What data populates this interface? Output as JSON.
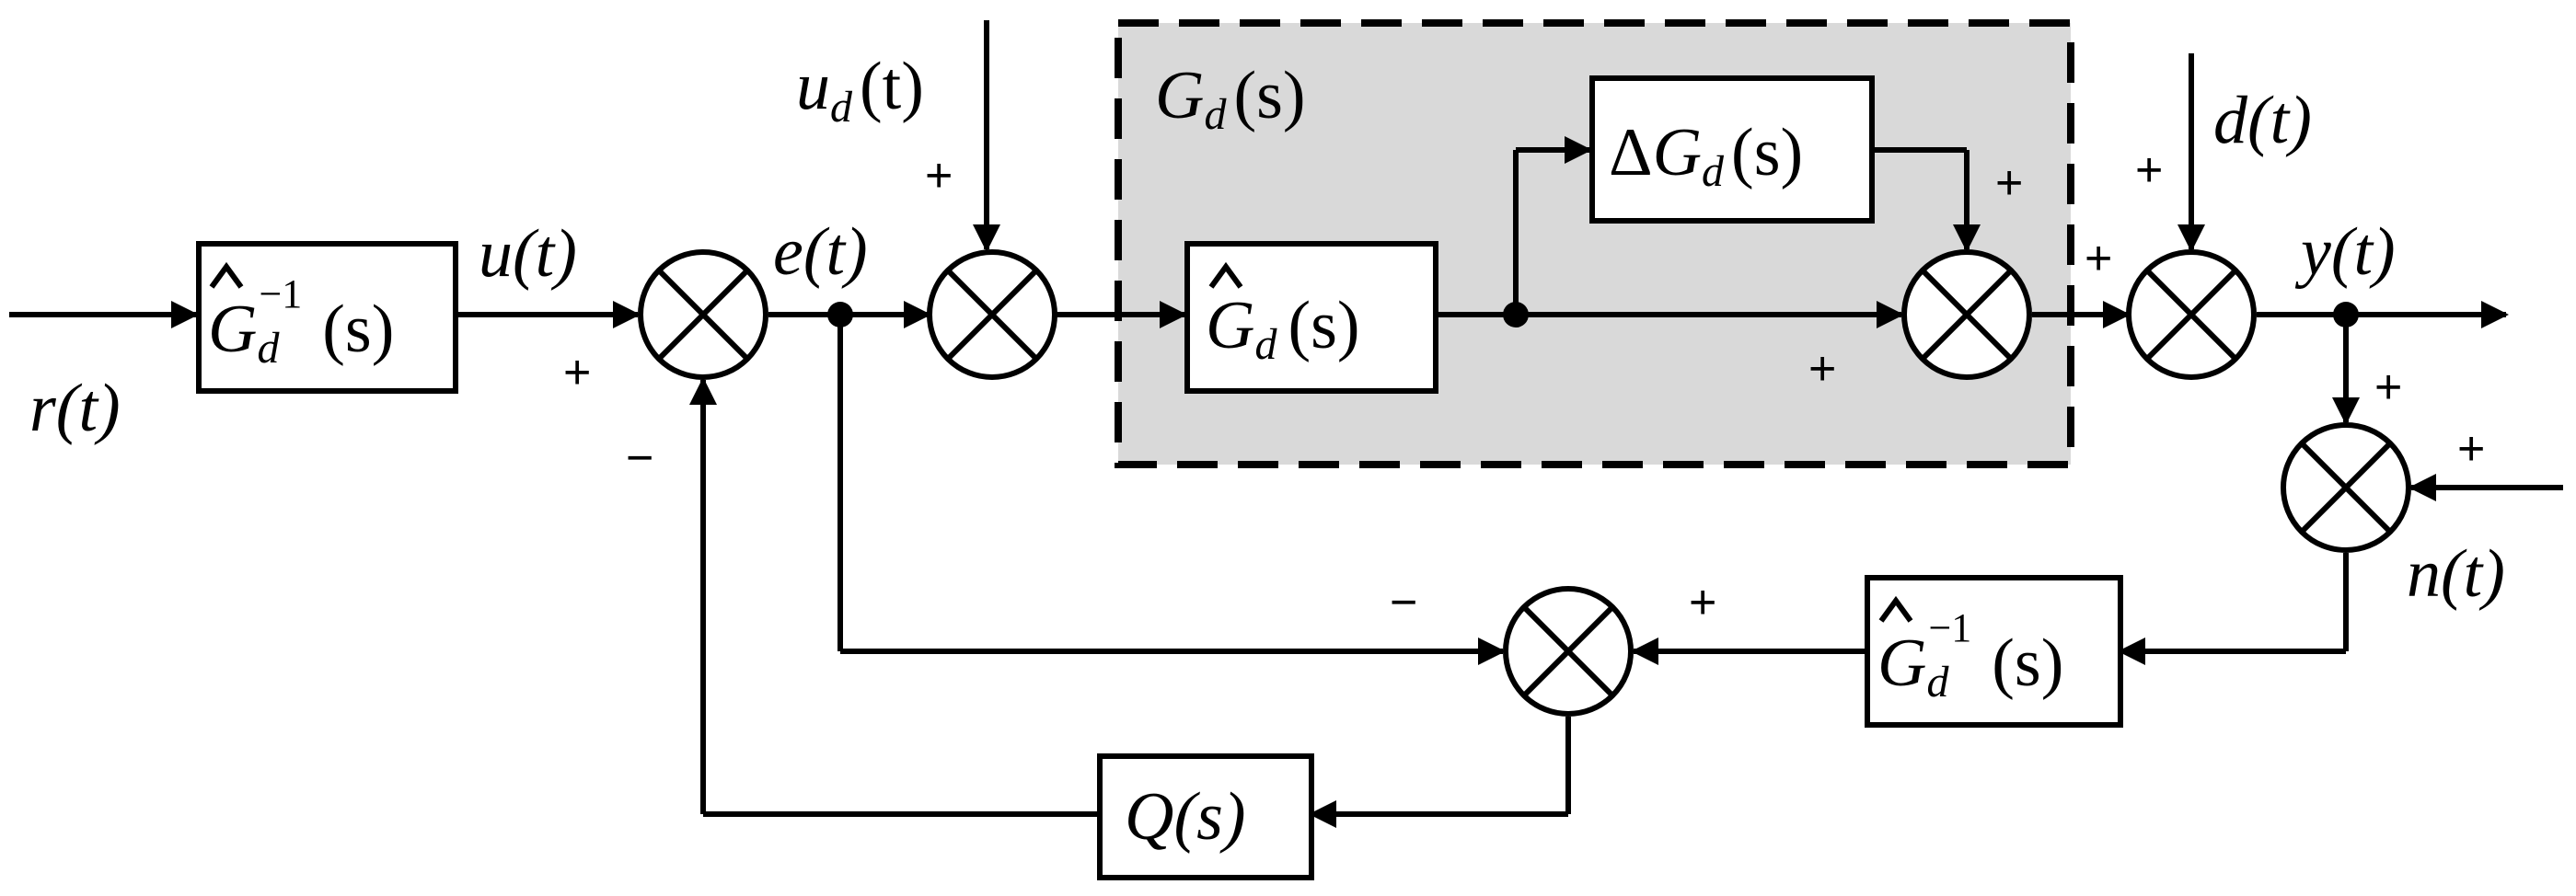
{
  "signals": {
    "r_t": "r(t)",
    "u_t": "u(t)",
    "e_t": "e(t)",
    "ud_base": "u",
    "d_sub": "d",
    "t_arg": "(t)",
    "d_t": "d(t)",
    "y_t": "y(t)",
    "n_t": "n(t)"
  },
  "blocks": {
    "inverse_model": {
      "base": "G",
      "sub": "d",
      "sup": "−1",
      "arg": "(s)"
    },
    "nominal_model": {
      "base": "G",
      "sub": "d",
      "arg": "(s)"
    },
    "uncertainty": {
      "prefix": "Δ",
      "base": "G",
      "sub": "d",
      "arg": "(s)"
    },
    "plant_label": {
      "base": "G",
      "sub": "d",
      "arg": "(s)"
    },
    "filter": {
      "label": "Q(s)"
    }
  },
  "signs": {
    "plus": "+",
    "minus": "−"
  },
  "colors": {
    "line": "#000000",
    "plant_fill": "#d9d9d9",
    "background": "#ffffff"
  }
}
